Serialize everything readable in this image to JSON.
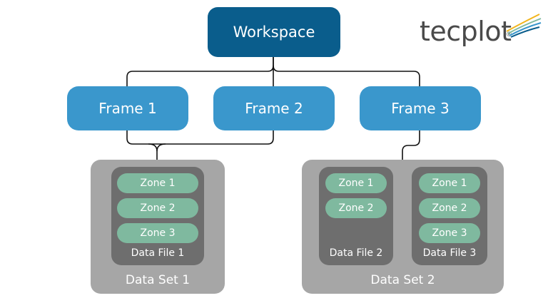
{
  "workspace": {
    "label": "Workspace"
  },
  "frames": [
    {
      "label": "Frame 1"
    },
    {
      "label": "Frame 2"
    },
    {
      "label": "Frame 3"
    }
  ],
  "data_sets": [
    {
      "label": "Data Set 1"
    },
    {
      "label": "Data Set 2"
    }
  ],
  "data_files": [
    {
      "label": "Data File 1",
      "zones": [
        "Zone 1",
        "Zone 2",
        "Zone 3"
      ]
    },
    {
      "label": "Data File 2",
      "zones": [
        "Zone 1",
        "Zone 2"
      ]
    },
    {
      "label": "Data File 3",
      "zones": [
        "Zone 1",
        "Zone 2",
        "Zone 3"
      ]
    }
  ],
  "logo": {
    "text": "tecplot",
    "trademark": "®"
  },
  "colors": {
    "workspace": "#0a5d8c",
    "frame": "#3a97cc",
    "data_set": "#a6a6a6",
    "data_file": "#6e6e6e",
    "zone": "#7fb99f",
    "connector": "#111111"
  }
}
